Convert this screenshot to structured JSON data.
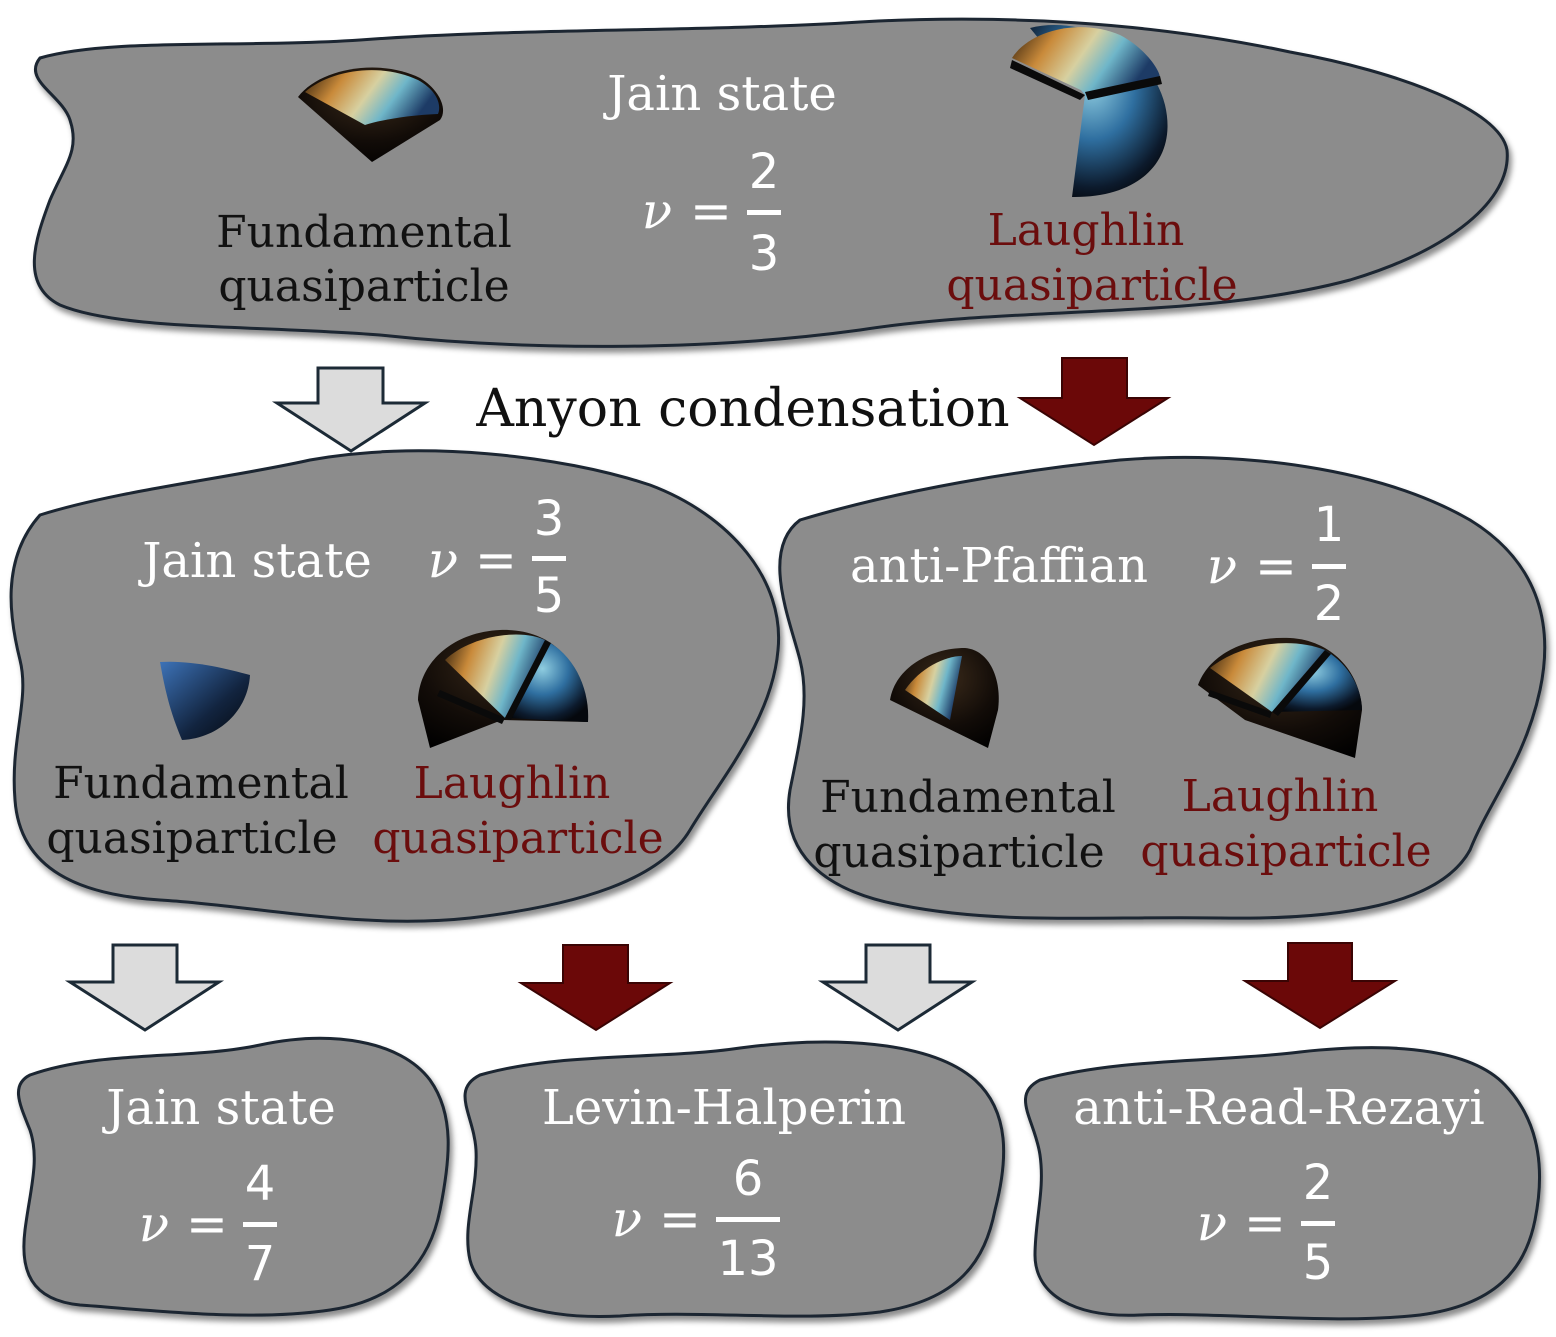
{
  "colors": {
    "blob_fill": "#8c8c8c",
    "blob_outline": "#1a2530",
    "white_text": "#ffffff",
    "black_text": "#111111",
    "laughlin_text": "#6b0d0d",
    "arrow_dark": "#6b0808",
    "arrow_light": "#dcdcdc",
    "arrow_light_outline": "#1c2a36"
  },
  "top": {
    "title": "Jain state",
    "nu": {
      "symbol": "ν",
      "equals": "=",
      "numerator": "2",
      "denominator": "3"
    },
    "fundamental": {
      "line1": "Fundamental",
      "line2": "quasiparticle",
      "icon": "fundamental-quasiparticle-wedge-icon"
    },
    "laughlin": {
      "line1": "Laughlin",
      "line2": "quasiparticle",
      "icon": "laughlin-quasiparticle-sphere-icon"
    }
  },
  "condensation_label": "Anyon condensation",
  "middle_left": {
    "title": "Jain state",
    "nu": {
      "symbol": "ν",
      "equals": "=",
      "numerator": "3",
      "denominator": "5"
    },
    "fundamental": {
      "line1": "Fundamental",
      "line2": "quasiparticle",
      "icon": "fundamental-quasiparticle-wedge-icon"
    },
    "laughlin": {
      "line1": "Laughlin",
      "line2": "quasiparticle",
      "icon": "laughlin-quasiparticle-sphere-icon"
    }
  },
  "middle_right": {
    "title": "anti-Pfaffian",
    "nu": {
      "symbol": "ν",
      "equals": "=",
      "numerator": "1",
      "denominator": "2"
    },
    "fundamental": {
      "line1": "Fundamental",
      "line2": "quasiparticle",
      "icon": "fundamental-quasiparticle-wedge-icon"
    },
    "laughlin": {
      "line1": "Laughlin",
      "line2": "quasiparticle",
      "icon": "laughlin-quasiparticle-sphere-icon"
    }
  },
  "bottom_left": {
    "title": "Jain state",
    "nu": {
      "symbol": "ν",
      "equals": "=",
      "numerator": "4",
      "denominator": "7"
    }
  },
  "bottom_middle": {
    "title": "Levin-Halperin",
    "nu": {
      "symbol": "ν",
      "equals": "=",
      "numerator": "6",
      "denominator": "13"
    }
  },
  "bottom_right": {
    "title": "anti-Read-Rezayi",
    "nu": {
      "symbol": "ν",
      "equals": "=",
      "numerator": "2",
      "denominator": "5"
    }
  }
}
